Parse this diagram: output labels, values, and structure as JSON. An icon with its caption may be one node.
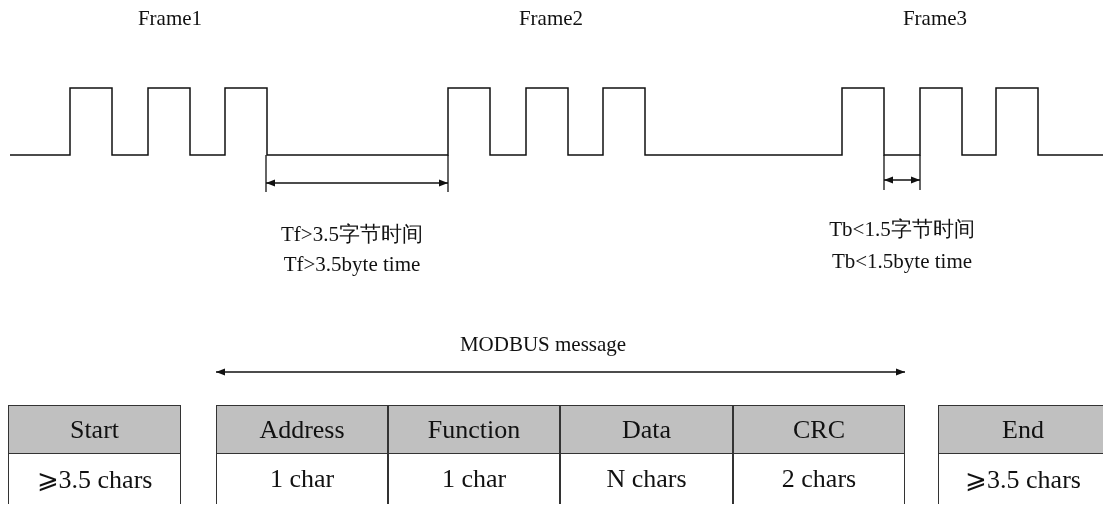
{
  "diagram": {
    "labels": [
      "Frame1",
      "Frame2",
      "Frame3",
      "Tf>3.5字节时间",
      "Tf>3.5byte time",
      "Tb<1.5字节时间",
      "Tb<1.5byte time",
      "MODBUS message",
      "Start",
      "Address",
      "Function",
      "Data",
      "CRC",
      "End",
      "⩾3.5 chars",
      "1 char",
      "1 char",
      "N chars",
      "2 chars",
      "⩾3.5 chars"
    ]
  }
}
